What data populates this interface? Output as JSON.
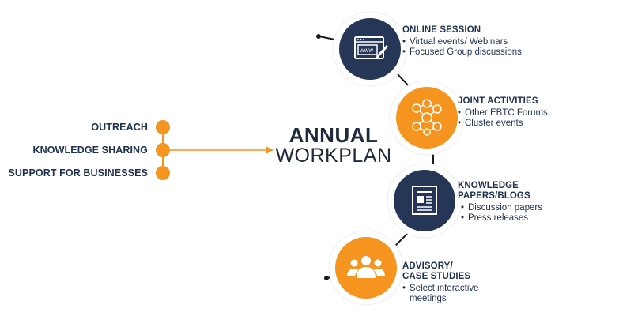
{
  "left_items": [
    "OUTREACH",
    "KNOWLEDGE SHARING",
    "SUPPORT FOR BUSINESSES"
  ],
  "title": {
    "line1": "ANNUAL",
    "line2": "WORKPLAN"
  },
  "activities": [
    {
      "heading_lines": [
        "ONLINE SESSION"
      ],
      "bullets": [
        [
          "Virtual events/ Webinars"
        ],
        [
          "Focused Group discussions"
        ]
      ],
      "icon": "browser-edit-icon",
      "color": "#263656"
    },
    {
      "heading_lines": [
        "JOINT ACTIVITIES"
      ],
      "bullets": [
        [
          "Other EBTC Forums"
        ],
        [
          "Cluster events"
        ]
      ],
      "icon": "network-icon",
      "color": "#f5941f"
    },
    {
      "heading_lines": [
        "KNOWLEDGE",
        "PAPERS/BLOGS"
      ],
      "bullets": [
        [
          "Discussion papers"
        ],
        [
          "Press releases"
        ]
      ],
      "icon": "newspaper-icon",
      "color": "#263656"
    },
    {
      "heading_lines": [
        "ADVISORY/",
        "CASE STUDIES"
      ],
      "bullets": [
        [
          "Select interactive",
          "meetings"
        ]
      ],
      "icon": "people-group-icon",
      "color": "#f5941f"
    }
  ],
  "colors": {
    "navy": "#263656",
    "orange": "#f5941f",
    "text": "#1f3150",
    "connector": "#1a1a1a"
  }
}
